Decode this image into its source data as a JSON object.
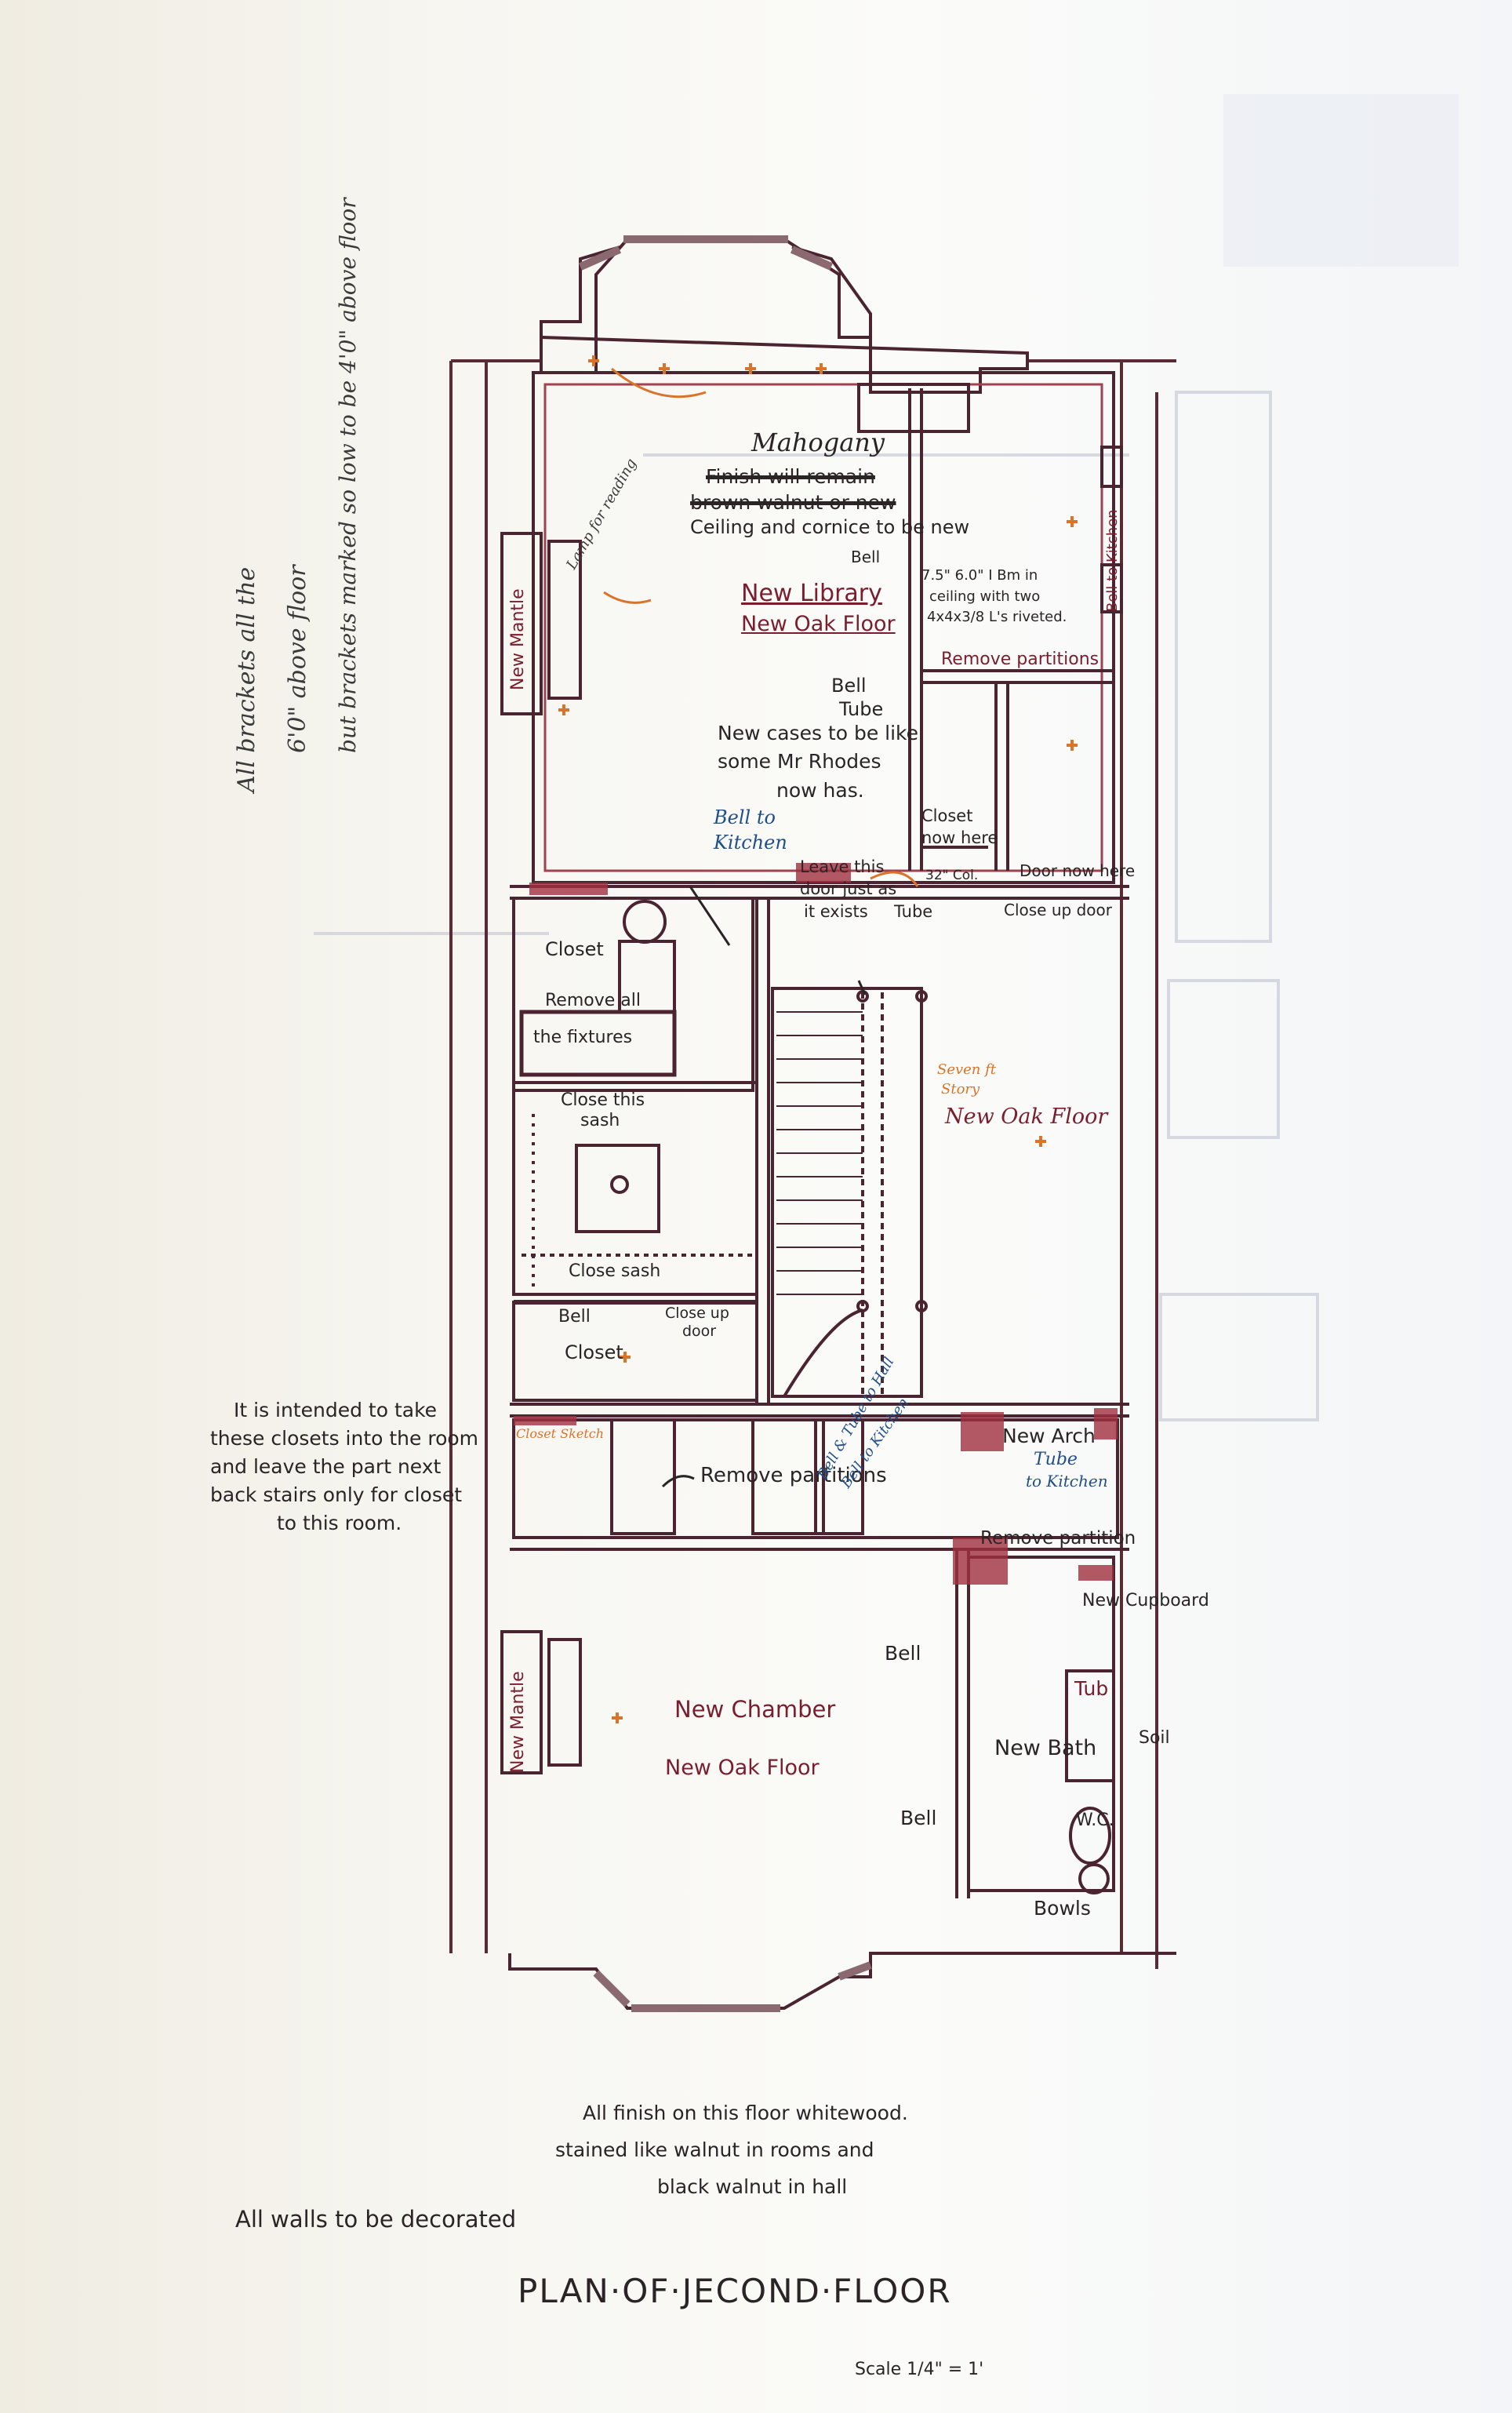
{
  "title": "PLAN·OF·JECOND·FLOOR",
  "scale": "Scale 1/4\" = 1'",
  "margin_notes": {
    "brackets_line1": "All brackets all the",
    "brackets_line2": "6'0\" above floor",
    "brackets_line3": "but brackets marked so low to be 4'0\" above floor",
    "closets_note": [
      "It is intended to take",
      "these closets into the room",
      "and leave the part next",
      "back stairs only for closet",
      "to this room."
    ],
    "finish_note": [
      "All finish on this floor whitewood.",
      "stained like walnut in rooms and",
      "black walnut in hall"
    ],
    "walls_note": "All walls to be decorated"
  },
  "library": {
    "mahogany": "Mahogany",
    "struck_1": "Finish will remain",
    "struck_2": "brown walnut or new",
    "ceiling": "Ceiling and cornice to be new",
    "bell": "Bell",
    "name": "New Library",
    "floor": "New Oak Floor",
    "beam_note_1": "7.5\" 6.0\" I Bm in",
    "beam_note_2": "ceiling with two",
    "beam_note_3": "4x4x3/8 L's riveted.",
    "remove_partitions": "Remove partitions",
    "bell_tube_1": "Bell",
    "bell_tube_2": "Tube",
    "cases_1": "New cases to be like",
    "cases_2": "some Mr Rhodes",
    "cases_3": "now has.",
    "bell_kitchen_1": "Bell to",
    "bell_kitchen_2": "Kitchen",
    "leave_door_1": "Leave this",
    "leave_door_2": "door just as",
    "leave_door_3": "it exists",
    "tube": "Tube",
    "closet_now_here_1": "Closet",
    "closet_now_here_2": "now here",
    "col": "32\" Col.",
    "door_now_here": "Door now here",
    "close_up_door": "Close up door",
    "new_mantle": "New Mantle",
    "pencil_reading": "Lamp for reading",
    "pencil_bell": "Bell to Kitchen"
  },
  "middle": {
    "closet": "Closet",
    "remove_fixtures_1": "Remove all",
    "remove_fixtures_2": "the fixtures",
    "close_sash_1": "Close this",
    "close_sash_2": "sash",
    "close_sash_lower": "Close sash",
    "new_oak_floor": "New Oak Floor",
    "bell": "Bell",
    "close_up_door_1": "Close up",
    "close_up_door_2": "door",
    "closet_lower": "Closet",
    "seven_ft": "Seven ft",
    "story": "Story"
  },
  "chamber": {
    "remove_partitions": "Remove partitions",
    "bell_tube_hall": "Bell & Tube to Hall",
    "bell_kitchen": "Bell to Kitchen",
    "new_arch": "New Arch",
    "tube_kitchen_1": "Tube",
    "tube_kitchen_2": "to Kitchen",
    "remove_partition": "Remove partition",
    "new_cupboard": "New Cupboard",
    "bell_upper": "Bell",
    "name": "New Chamber",
    "floor": "New Oak Floor",
    "bell_lower": "Bell",
    "tub": "Tub",
    "new_bath": "New Bath",
    "soil": "Soil",
    "wc": "W.C.",
    "bowls": "Bowls",
    "new_mantle": "New Mantle",
    "pencil_sketch": "Closet Sketch"
  }
}
